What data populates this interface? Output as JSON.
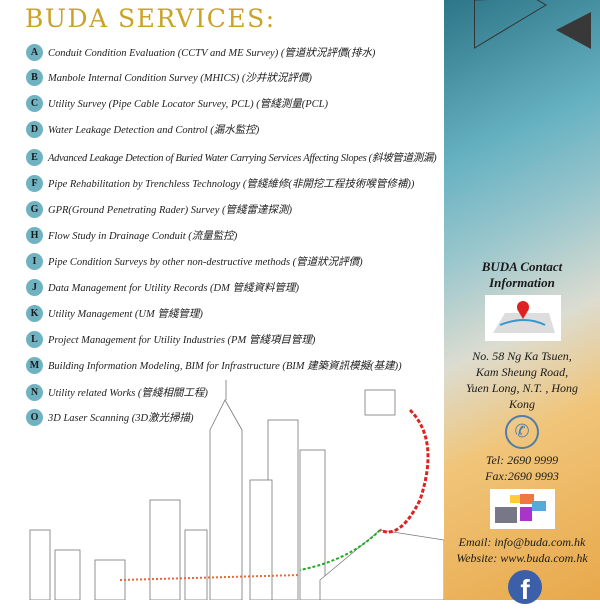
{
  "title": "BUDA SERVICES:",
  "services": [
    {
      "letter": "A",
      "text": "Conduit Condition Evaluation (CCTV and ME Survey) (管道狀況評價(排水)"
    },
    {
      "letter": "B",
      "text": "Manbole Internal Condition Survey (MHICS) (沙井狀況評價)"
    },
    {
      "letter": "C",
      "text": "Utility Survey (Pipe Cable Locator Survey, PCL) (管綫測量(PCL)"
    },
    {
      "letter": "D",
      "text": "Water Leakage Detection and Control (漏水監控)"
    },
    {
      "letter": "E",
      "text": "Advanced Leakage Detection of Buried Water Carrying Services Affecting Slopes (斜坡管道測漏)"
    },
    {
      "letter": "F",
      "text": "Pipe Rehabilitation by Trenchless Technology (管綫維修(非開挖工程技術喉管修補))"
    },
    {
      "letter": "G",
      "text": "GPR(Ground Penetrating Rader) Survey (管綫雷達探測)"
    },
    {
      "letter": "H",
      "text": "Flow Study in Drainage Conduit (流量監控)"
    },
    {
      "letter": "I",
      "text": "Pipe Condition Surveys by other non-destructive methods (管道狀況評價)"
    },
    {
      "letter": "J",
      "text": "Data Management for Utility Records (DM 管綫資料管理)"
    },
    {
      "letter": "K",
      "text": "Utility Management (UM 管綫管理)"
    },
    {
      "letter": "L",
      "text": "Project Management for Utility Industries (PM 管綫項目管理)"
    },
    {
      "letter": "M",
      "text": "Building Information Modeling, BIM for Infrastructure (BIM 建築資訊模擬(基建))"
    },
    {
      "letter": "N",
      "text": "Utility related Works (管綫相關工程)"
    },
    {
      "letter": "O",
      "text": "3D Laser Scanning (3D激光掃描)"
    }
  ],
  "contact": {
    "heading1": "BUDA Contact",
    "heading2": "Information",
    "address": [
      "No. 58 Ng Ka Tsuen,",
      "Kam Sheung Road,",
      "Yuen Long, N.T. , Hong",
      "Kong"
    ],
    "tel": "Tel: 2690 9999",
    "fax": "Fax:2690 9993",
    "email": "Email: info@buda.com.hk",
    "website": "Website: www.buda.com.hk"
  }
}
